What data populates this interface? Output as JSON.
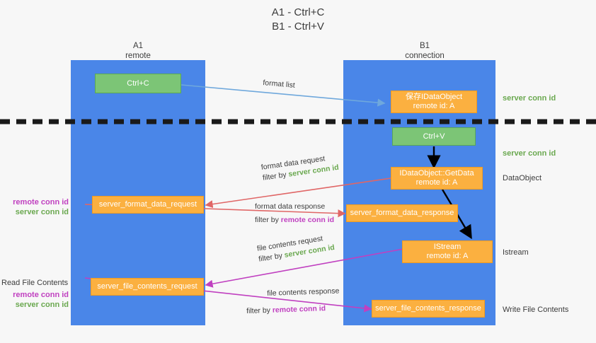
{
  "title": {
    "line1": "A1 - Ctrl+C",
    "line2": "B1 - Ctrl+V"
  },
  "lanes": [
    {
      "id": "a1",
      "name": "A1",
      "sub": "remote"
    },
    {
      "id": "b1",
      "name": "B1",
      "sub": "connection"
    }
  ],
  "nodes": {
    "ctrl_c": {
      "label": "Ctrl+C"
    },
    "save_idataobject": {
      "line1": "保存IDataObject",
      "line2": "remote id: A"
    },
    "ctrl_v": {
      "label": "Ctrl+V"
    },
    "getdata": {
      "line1": "IDataObject::GetData",
      "line2": "remote id: A"
    },
    "istream": {
      "line1": "IStream",
      "line2": "remote id: A"
    },
    "server_format_data_request": {
      "label": "server_format_data_request"
    },
    "server_format_data_response": {
      "label": "server_format_data_response"
    },
    "server_file_contents_request": {
      "label": "server_file_contents_request"
    },
    "server_file_contents_response": {
      "label": "server_file_contents_response"
    }
  },
  "edge_labels": {
    "format_list": "format list",
    "format_data_request": "format data request",
    "format_data_request_filter_prefix": "filter by ",
    "format_data_request_filter_value": "server conn id",
    "format_data_response": "format data response",
    "format_data_response_filter_prefix": "filter by ",
    "format_data_response_filter_value": "remote conn id",
    "file_contents_request": "file contents request",
    "file_contents_request_filter_prefix": "filter by ",
    "file_contents_request_filter_value": "server conn id",
    "file_contents_response": "file contents response",
    "file_contents_response_filter_prefix": "filter by ",
    "file_contents_response_filter_value": "remote conn id"
  },
  "right_labels": {
    "server_conn_id_1": "server conn id",
    "server_conn_id_2": "server conn id",
    "dataobject": "DataObject",
    "istream": "Istream",
    "write_file_contents": "Write File Contents"
  },
  "left_labels": {
    "remote_conn_id_1": "remote conn id",
    "server_conn_id_1": "server conn id",
    "read_file_contents": "Read File Contents",
    "remote_conn_id_2": "remote conn id",
    "server_conn_id_2": "server conn id"
  },
  "colors": {
    "lane": "#4a86e8",
    "green_node": "#7cc576",
    "orange_node": "#fbb040",
    "server_conn_id": "#6aa84f",
    "remote_conn_id": "#c040c0",
    "arrow_blue": "#6fa8dc",
    "arrow_red": "#e06666",
    "arrow_magenta": "#c040c0",
    "arrow_black": "#000000",
    "background": "#f7f7f7"
  }
}
